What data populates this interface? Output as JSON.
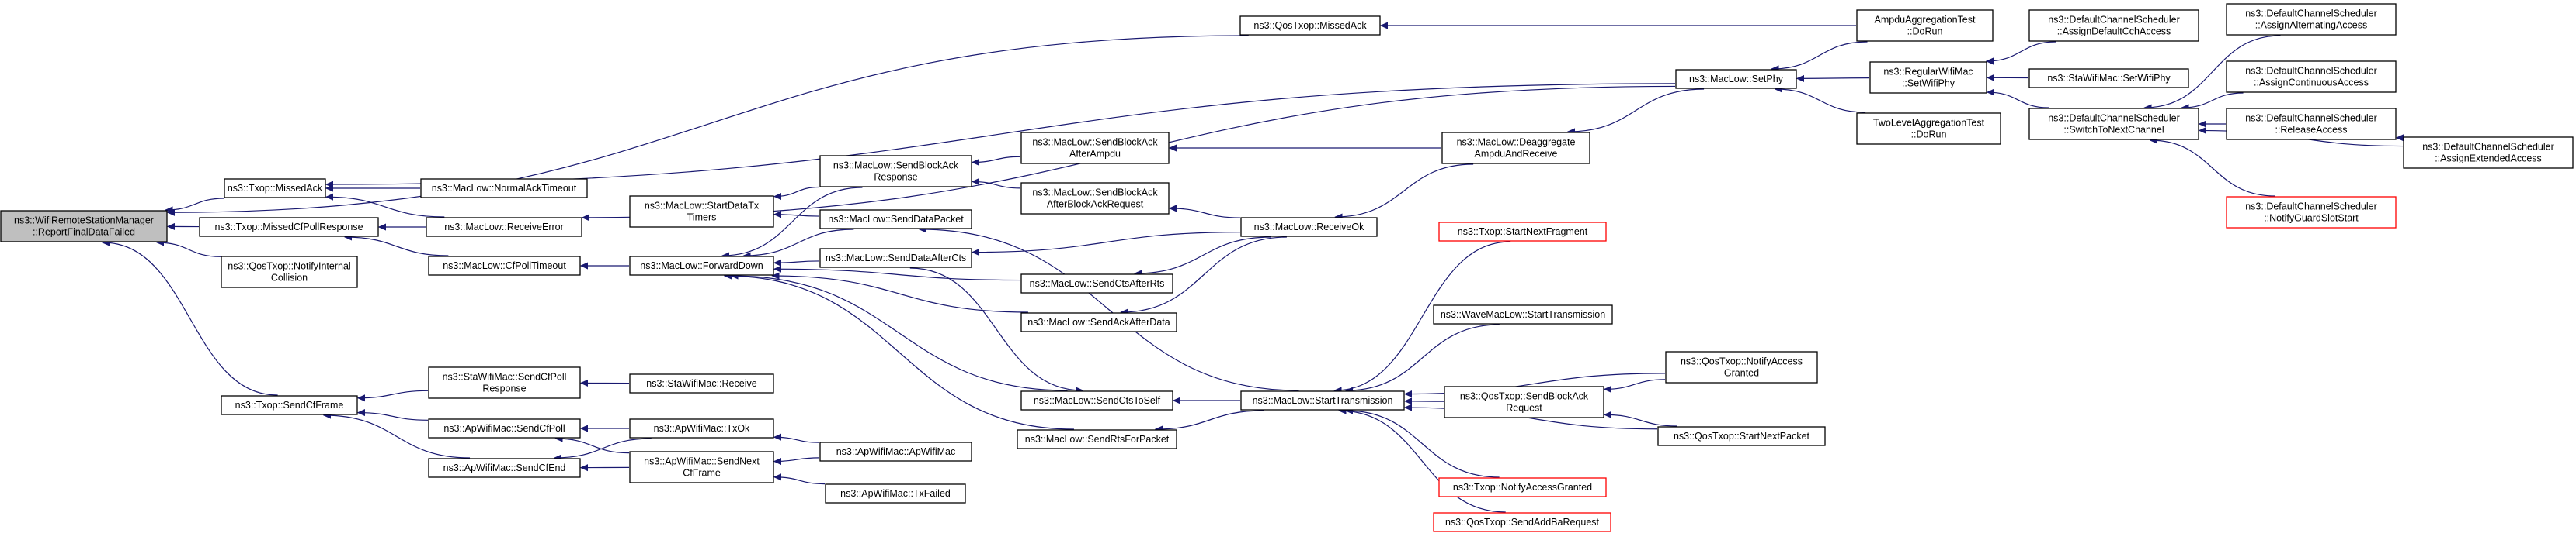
{
  "graph": {
    "nodes": [
      {
        "id": "report",
        "lines": [
          "ns3::WifiRemoteStationManager",
          "::ReportFinalDataFailed"
        ],
        "style": "highlight"
      },
      {
        "id": "txop_missedack",
        "lines": [
          "ns3::Txop::MissedAck"
        ],
        "style": "normal"
      },
      {
        "id": "txop_missedcfpoll",
        "lines": [
          "ns3::Txop::MissedCfPollResponse"
        ],
        "style": "normal"
      },
      {
        "id": "qos_notifyinternal",
        "lines": [
          "ns3::QosTxop::NotifyInternal",
          "Collision"
        ],
        "style": "normal"
      },
      {
        "id": "txop_sendcfframe",
        "lines": [
          "ns3::Txop::SendCfFrame"
        ],
        "style": "normal"
      },
      {
        "id": "qos_missedack",
        "lines": [
          "ns3::QosTxop::MissedAck"
        ],
        "style": "normal"
      },
      {
        "id": "ampdu_dorun",
        "lines": [
          "AmpduAggregationTest",
          "::DoRun"
        ],
        "style": "normal"
      },
      {
        "id": "maclow_normalack",
        "lines": [
          "ns3::MacLow::NormalAckTimeout"
        ],
        "style": "normal"
      },
      {
        "id": "maclow_receiveerror",
        "lines": [
          "ns3::MacLow::ReceiveError"
        ],
        "style": "normal"
      },
      {
        "id": "maclow_cfpolltimeout",
        "lines": [
          "ns3::MacLow::CfPollTimeout"
        ],
        "style": "normal"
      },
      {
        "id": "sta_sendcfpollresp",
        "lines": [
          "ns3::StaWifiMac::SendCfPoll",
          "Response"
        ],
        "style": "normal"
      },
      {
        "id": "sta_receive",
        "lines": [
          "ns3::StaWifiMac::Receive"
        ],
        "style": "normal"
      },
      {
        "id": "ap_sendcfpoll",
        "lines": [
          "ns3::ApWifiMac::SendCfPoll"
        ],
        "style": "normal"
      },
      {
        "id": "ap_sendcfend",
        "lines": [
          "ns3::ApWifiMac::SendCfEnd"
        ],
        "style": "normal"
      },
      {
        "id": "ap_txok",
        "lines": [
          "ns3::ApWifiMac::TxOk"
        ],
        "style": "normal"
      },
      {
        "id": "ap_sendnextcf",
        "lines": [
          "ns3::ApWifiMac::SendNext",
          "CfFrame"
        ],
        "style": "normal"
      },
      {
        "id": "ap_apwifimac",
        "lines": [
          "ns3::ApWifiMac::ApWifiMac"
        ],
        "style": "normal"
      },
      {
        "id": "ap_txfailed",
        "lines": [
          "ns3::ApWifiMac::TxFailed"
        ],
        "style": "normal"
      },
      {
        "id": "maclow_startdatatx",
        "lines": [
          "ns3::MacLow::StartDataTx",
          "Timers"
        ],
        "style": "normal"
      },
      {
        "id": "maclow_forwarddown",
        "lines": [
          "ns3::MacLow::ForwardDown"
        ],
        "style": "normal"
      },
      {
        "id": "maclow_sendblockackresp",
        "lines": [
          "ns3::MacLow::SendBlockAck",
          "Response"
        ],
        "style": "normal"
      },
      {
        "id": "maclow_senddatapacket",
        "lines": [
          "ns3::MacLow::SendDataPacket"
        ],
        "style": "normal"
      },
      {
        "id": "maclow_senddataaftercts",
        "lines": [
          "ns3::MacLow::SendDataAfterCts"
        ],
        "style": "normal"
      },
      {
        "id": "maclow_sendctsafterrts",
        "lines": [
          "ns3::MacLow::SendCtsAfterRts"
        ],
        "style": "normal"
      },
      {
        "id": "maclow_sendackafterdata",
        "lines": [
          "ns3::MacLow::SendAckAfterData"
        ],
        "style": "normal"
      },
      {
        "id": "maclow_sendctstoself",
        "lines": [
          "ns3::MacLow::SendCtsToSelf"
        ],
        "style": "normal"
      },
      {
        "id": "maclow_sendrtsforpacket",
        "lines": [
          "ns3::MacLow::SendRtsForPacket"
        ],
        "style": "normal"
      },
      {
        "id": "maclow_sendblockackafterampdu",
        "lines": [
          "ns3::MacLow::SendBlockAck",
          "AfterAmpdu"
        ],
        "style": "normal"
      },
      {
        "id": "maclow_sendblockackafterbar",
        "lines": [
          "ns3::MacLow::SendBlockAck",
          "AfterBlockAckRequest"
        ],
        "style": "normal"
      },
      {
        "id": "maclow_deaggregate",
        "lines": [
          "ns3::MacLow::Deaggregate",
          "AmpduAndReceive"
        ],
        "style": "normal"
      },
      {
        "id": "maclow_receiveok",
        "lines": [
          "ns3::MacLow::ReceiveOk"
        ],
        "style": "normal"
      },
      {
        "id": "maclow_setphy",
        "lines": [
          "ns3::MacLow::SetPhy"
        ],
        "style": "normal"
      },
      {
        "id": "regular_setwifiphy",
        "lines": [
          "ns3::RegularWifiMac",
          "::SetWifiPhy"
        ],
        "style": "normal"
      },
      {
        "id": "twolevel_dorun",
        "lines": [
          "TwoLevelAggregationTest",
          "::DoRun"
        ],
        "style": "normal"
      },
      {
        "id": "dcs_assigndefault",
        "lines": [
          "ns3::DefaultChannelScheduler",
          "::AssignDefaultCchAccess"
        ],
        "style": "normal"
      },
      {
        "id": "sta_setwifiphy",
        "lines": [
          "ns3::StaWifiMac::SetWifiPhy"
        ],
        "style": "normal"
      },
      {
        "id": "dcs_switchtonext",
        "lines": [
          "ns3::DefaultChannelScheduler",
          "::SwitchToNextChannel"
        ],
        "style": "normal"
      },
      {
        "id": "dcs_assignalternating",
        "lines": [
          "ns3::DefaultChannelScheduler",
          "::AssignAlternatingAccess"
        ],
        "style": "normal"
      },
      {
        "id": "dcs_assigncontinuous",
        "lines": [
          "ns3::DefaultChannelScheduler",
          "::AssignContinuousAccess"
        ],
        "style": "normal"
      },
      {
        "id": "dcs_releaseaccess",
        "lines": [
          "ns3::DefaultChannelScheduler",
          "::ReleaseAccess"
        ],
        "style": "normal"
      },
      {
        "id": "dcs_assignextended",
        "lines": [
          "ns3::DefaultChannelScheduler",
          "::AssignExtendedAccess"
        ],
        "style": "normal"
      },
      {
        "id": "dcs_notifyguard",
        "lines": [
          "ns3::DefaultChannelScheduler",
          "::NotifyGuardSlotStart"
        ],
        "style": "red"
      },
      {
        "id": "maclow_starttransmission",
        "lines": [
          "ns3::MacLow::StartTransmission"
        ],
        "style": "normal"
      },
      {
        "id": "txop_startnextfragment",
        "lines": [
          "ns3::Txop::StartNextFragment"
        ],
        "style": "red"
      },
      {
        "id": "wavemaclow_starttx",
        "lines": [
          "ns3::WaveMacLow::StartTransmission"
        ],
        "style": "normal"
      },
      {
        "id": "qos_sendblockackreq",
        "lines": [
          "ns3::QosTxop::SendBlockAck",
          "Request"
        ],
        "style": "normal"
      },
      {
        "id": "qos_notifyaccessgranted",
        "lines": [
          "ns3::QosTxop::NotifyAccess",
          "Granted"
        ],
        "style": "normal"
      },
      {
        "id": "qos_startnextpacket",
        "lines": [
          "ns3::QosTxop::StartNextPacket"
        ],
        "style": "normal"
      },
      {
        "id": "txop_notifyaccessgranted",
        "lines": [
          "ns3::Txop::NotifyAccessGranted"
        ],
        "style": "red"
      },
      {
        "id": "qos_sendaddbareq",
        "lines": [
          "ns3::QosTxop::SendAddBaRequest"
        ],
        "style": "red"
      }
    ],
    "edges": [
      [
        "txop_missedack",
        "report"
      ],
      [
        "txop_missedcfpoll",
        "report"
      ],
      [
        "qos_notifyinternal",
        "report"
      ],
      [
        "txop_sendcfframe",
        "report"
      ],
      [
        "qos_missedack",
        "report"
      ],
      [
        "ampdu_dorun",
        "qos_missedack"
      ],
      [
        "maclow_normalack",
        "txop_missedack"
      ],
      [
        "maclow_receiveerror",
        "txop_missedack"
      ],
      [
        "maclow_setphy",
        "txop_missedack"
      ],
      [
        "maclow_receiveerror",
        "txop_missedcfpoll"
      ],
      [
        "maclow_cfpolltimeout",
        "txop_missedcfpoll"
      ],
      [
        "maclow_setphy",
        "maclow_receiveerror"
      ],
      [
        "sta_sendcfpollresp",
        "txop_sendcfframe"
      ],
      [
        "ap_sendcfpoll",
        "txop_sendcfframe"
      ],
      [
        "ap_sendcfend",
        "txop_sendcfframe"
      ],
      [
        "sta_receive",
        "sta_sendcfpollresp"
      ],
      [
        "ap_txok",
        "ap_sendcfpoll"
      ],
      [
        "ap_sendnextcf",
        "ap_sendcfpoll"
      ],
      [
        "ap_txok",
        "ap_sendcfend"
      ],
      [
        "ap_sendnextcf",
        "ap_sendcfend"
      ],
      [
        "ap_apwifimac",
        "ap_txok"
      ],
      [
        "ap_apwifimac",
        "ap_sendnextcf"
      ],
      [
        "ap_txfailed",
        "ap_sendnextcf"
      ],
      [
        "maclow_forwarddown",
        "maclow_cfpolltimeout"
      ],
      [
        "maclow_sendblockackresp",
        "maclow_startdatatx"
      ],
      [
        "maclow_senddatapacket",
        "maclow_startdatatx"
      ],
      [
        "maclow_sendblockackresp",
        "maclow_forwarddown"
      ],
      [
        "maclow_senddatapacket",
        "maclow_forwarddown"
      ],
      [
        "maclow_senddataaftercts",
        "maclow_forwarddown"
      ],
      [
        "maclow_sendctsafterrts",
        "maclow_forwarddown"
      ],
      [
        "maclow_sendackafterdata",
        "maclow_forwarddown"
      ],
      [
        "maclow_sendctstoself",
        "maclow_forwarddown"
      ],
      [
        "maclow_sendrtsforpacket",
        "maclow_forwarddown"
      ],
      [
        "maclow_sendblockackafterampdu",
        "maclow_sendblockackresp"
      ],
      [
        "maclow_sendblockackafterbar",
        "maclow_sendblockackresp"
      ],
      [
        "maclow_deaggregate",
        "maclow_sendblockackafterampdu"
      ],
      [
        "maclow_receiveok",
        "maclow_sendblockackafterbar"
      ],
      [
        "maclow_receiveok",
        "maclow_senddataaftercts"
      ],
      [
        "maclow_receiveok",
        "maclow_sendctsafterrts"
      ],
      [
        "maclow_receiveok",
        "maclow_sendackafterdata"
      ],
      [
        "maclow_deaggregate",
        "maclow_receiveok"
      ],
      [
        "maclow_setphy",
        "maclow_deaggregate"
      ],
      [
        "maclow_starttransmission",
        "maclow_senddatapacket"
      ],
      [
        "maclow_starttransmission",
        "maclow_sendctstoself"
      ],
      [
        "maclow_starttransmission",
        "maclow_sendrtsforpacket"
      ],
      [
        "maclow_senddataaftercts",
        "maclow_sendctstoself"
      ],
      [
        "ampdu_dorun",
        "maclow_setphy"
      ],
      [
        "regular_setwifiphy",
        "maclow_setphy"
      ],
      [
        "twolevel_dorun",
        "maclow_setphy"
      ],
      [
        "dcs_assigndefault",
        "regular_setwifiphy"
      ],
      [
        "sta_setwifiphy",
        "regular_setwifiphy"
      ],
      [
        "dcs_switchtonext",
        "regular_setwifiphy"
      ],
      [
        "dcs_assignalternating",
        "dcs_switchtonext"
      ],
      [
        "dcs_assigncontinuous",
        "dcs_switchtonext"
      ],
      [
        "dcs_releaseaccess",
        "dcs_switchtonext"
      ],
      [
        "dcs_assignextended",
        "dcs_switchtonext"
      ],
      [
        "dcs_notifyguard",
        "dcs_switchtonext"
      ],
      [
        "dcs_assignextended",
        "dcs_releaseaccess"
      ],
      [
        "txop_startnextfragment",
        "maclow_starttransmission"
      ],
      [
        "wavemaclow_starttx",
        "maclow_starttransmission"
      ],
      [
        "qos_sendblockackreq",
        "maclow_starttransmission"
      ],
      [
        "qos_notifyaccessgranted",
        "maclow_starttransmission"
      ],
      [
        "qos_startnextpacket",
        "maclow_starttransmission"
      ],
      [
        "txop_notifyaccessgranted",
        "maclow_starttransmission"
      ],
      [
        "qos_sendaddbareq",
        "maclow_starttransmission"
      ],
      [
        "qos_notifyaccessgranted",
        "qos_sendblockackreq"
      ],
      [
        "qos_startnextpacket",
        "qos_sendblockackreq"
      ]
    ]
  }
}
